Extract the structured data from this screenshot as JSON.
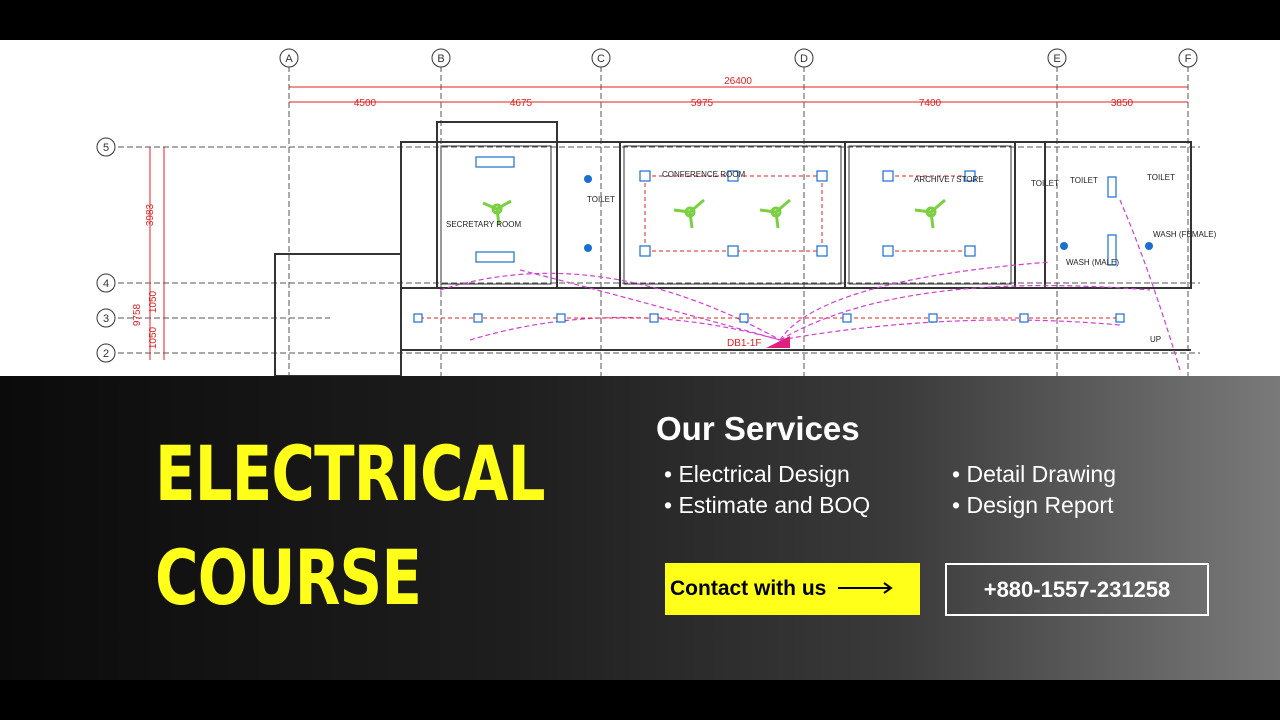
{
  "title_lines": [
    "ELECTRICAL",
    "COURSE"
  ],
  "services": {
    "heading": "Our Services",
    "items": [
      "Electrical Design",
      "Estimate and BOQ",
      "Detail Drawing",
      "Design Report"
    ]
  },
  "contact_label": "Contact with us",
  "phone": "+880-1557-231258",
  "colors": {
    "accent": "#ffff1a",
    "dimension": "#e02020",
    "wiring": "#d040d0",
    "fixture": "#1a6fd0",
    "fan": "#7ad040"
  },
  "icons": [
    "long-arrow-right-icon",
    "ceiling-fan-icon",
    "light-fixture-icon",
    "distribution-board-icon"
  ],
  "plan": {
    "grid_columns": [
      "A",
      "B",
      "C",
      "D",
      "E",
      "F"
    ],
    "grid_rows": [
      "5",
      "4",
      "3",
      "2"
    ],
    "overall_width": "26400",
    "column_spans": [
      "4500",
      "4675",
      "5975",
      "7400",
      "3850"
    ],
    "side_dims": [
      "3983",
      "9758",
      "1050",
      "1050"
    ],
    "rooms": [
      "SECRETARY ROOM",
      "TOILET",
      "CONFERENCE ROOM",
      "ARCHIVE / STORE",
      "TOILET",
      "TOILET",
      "TOILET",
      "WASH (FEMALE)",
      "WASH (MALE)"
    ],
    "db_label": "DB1-1F",
    "up_label": "UP"
  }
}
